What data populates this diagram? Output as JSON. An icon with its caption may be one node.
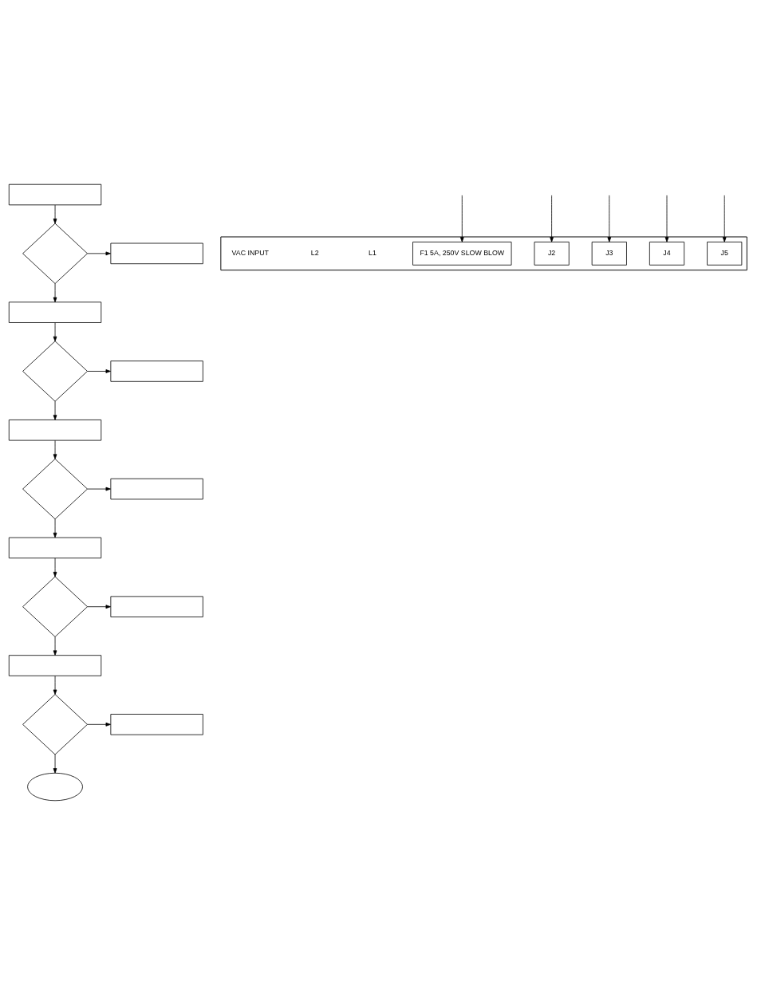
{
  "diagram": {
    "nodes": [
      {
        "text": [],
        "shape": "box"
      },
      {
        "text": [],
        "shape": "diamond"
      },
      {
        "text": [],
        "shape": "box"
      },
      {
        "text": [],
        "shape": "box"
      },
      {
        "text": [],
        "shape": "diamond"
      },
      {
        "text": [],
        "shape": "box"
      },
      {
        "text": [],
        "shape": "box"
      },
      {
        "text": [],
        "shape": "diamond"
      },
      {
        "text": [],
        "shape": "box"
      },
      {
        "text": [],
        "shape": "box"
      },
      {
        "text": [],
        "shape": "diamond"
      },
      {
        "text": [],
        "shape": "box"
      },
      {
        "text": [],
        "shape": "box"
      },
      {
        "text": [],
        "shape": "diamond"
      },
      {
        "text": [],
        "shape": "box"
      },
      {
        "text": [],
        "shape": "ellipse"
      },
      {
        "text": [],
        "shape": "box"
      },
      {
        "text": [
          "F1 5A, 250V SLOW BLOW"
        ],
        "in": 16
      },
      {
        "text": [
          "J2"
        ],
        "in": 16
      },
      {
        "text": [
          "J3"
        ],
        "in": 16
      },
      {
        "text": [
          "J4"
        ],
        "in": 16
      },
      {
        "text": [
          "J5"
        ],
        "in": 16
      }
    ],
    "edges": [
      {
        "from": 0,
        "to": 1,
        "arrow": "to"
      },
      {
        "from": 1,
        "to": 2,
        "arrow": "to"
      },
      {
        "from": 1,
        "to": 3,
        "arrow": "to"
      },
      {
        "from": 3,
        "to": 4,
        "arrow": "to"
      },
      {
        "from": 4,
        "to": 5,
        "arrow": "to"
      },
      {
        "from": 4,
        "to": 6,
        "arrow": "to"
      },
      {
        "from": 6,
        "to": 7,
        "arrow": "to"
      },
      {
        "from": 7,
        "to": 8,
        "arrow": "to"
      },
      {
        "from": 7,
        "to": 9,
        "arrow": "to"
      },
      {
        "from": 9,
        "to": 10,
        "arrow": "to"
      },
      {
        "from": 10,
        "to": 11,
        "arrow": "to"
      },
      {
        "from": 10,
        "to": 12,
        "arrow": "to"
      },
      {
        "from": 12,
        "to": 13,
        "arrow": "to"
      },
      {
        "from": 13,
        "to": 14,
        "arrow": "to"
      },
      {
        "from": 13,
        "to": 15,
        "arrow": "to"
      },
      {
        "from": null,
        "to": 17,
        "arrow": "to"
      },
      {
        "from": null,
        "to": 18,
        "arrow": "to"
      },
      {
        "from": null,
        "to": 19,
        "arrow": "to"
      },
      {
        "from": null,
        "to": 20,
        "arrow": "to"
      },
      {
        "from": null,
        "to": 21,
        "arrow": "to"
      }
    ],
    "labels": [
      "L1",
      "L2",
      "VAC INPUT"
    ]
  }
}
